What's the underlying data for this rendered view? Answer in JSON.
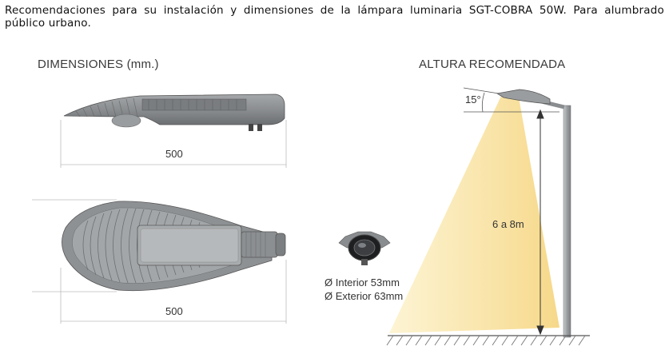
{
  "intro_text": "Recomendaciones para su instalación y dimensiones de la lámpara luminaria SGT-COBRA 50W. Para alumbrado público urbano.",
  "dimensions": {
    "heading": "DIMENSIONES (mm.)",
    "side_length": "500",
    "top_length": "500"
  },
  "fitting": {
    "interior": "Ø Interior 53mm",
    "exterior": "Ø Exterior 63mm"
  },
  "height": {
    "heading": "ALTURA RECOMENDADA",
    "angle": "15°",
    "range": "6 a 8m"
  }
}
